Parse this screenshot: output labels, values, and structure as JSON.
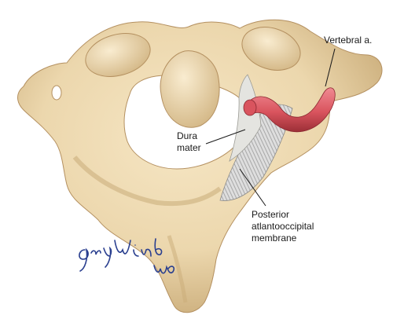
{
  "labels": {
    "vertebral_artery": "Vertebral a.",
    "dura_mater_line1": "Dura",
    "dura_mater_line2": "mater",
    "membrane_line1": "Posterior",
    "membrane_line2": "atlantooccipital",
    "membrane_line3": "membrane"
  },
  "signature": "Gary Wind MD",
  "colors": {
    "bone": "#ecd7ad",
    "bone_shadow": "#c9ab78",
    "artery": "#d9545e",
    "membrane": "#d4d4d4",
    "signature": "#2a3f8f",
    "label_text": "#1a1a1a"
  }
}
